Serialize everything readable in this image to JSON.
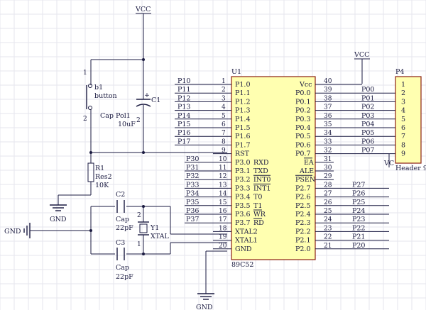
{
  "power": {
    "vcc_main": "VCC",
    "vcc_header": "VCC",
    "vcc_header_short": "VC"
  },
  "ground": {
    "gnd_reset": "GND",
    "gnd_chip": "GND",
    "gnd_left": "GND"
  },
  "u1": {
    "designator": "U1",
    "part": "89C52",
    "left_pins": [
      {
        "num": "1",
        "name": "P1.0",
        "net": "P10"
      },
      {
        "num": "2",
        "name": "P1.1",
        "net": "P11"
      },
      {
        "num": "3",
        "name": "P1.2",
        "net": "P12"
      },
      {
        "num": "4",
        "name": "P1.3",
        "net": "P13"
      },
      {
        "num": "5",
        "name": "P1.4",
        "net": "P14"
      },
      {
        "num": "6",
        "name": "P1.5",
        "net": "P15"
      },
      {
        "num": "7",
        "name": "P1.6",
        "net": "P16"
      },
      {
        "num": "8",
        "name": "P1.7",
        "net": "P17"
      },
      {
        "num": "9",
        "name": "RST",
        "net": ""
      },
      {
        "num": "10",
        "name": "P3.0 RXD",
        "net": "P30"
      },
      {
        "num": "11",
        "name": "P3.1 TXD",
        "net": "P31"
      },
      {
        "num": "12",
        "name": "P3.2 INT0",
        "net": "P32"
      },
      {
        "num": "13",
        "name": "P3.3 INT1",
        "net": "P33"
      },
      {
        "num": "14",
        "name": "P3.4 T0",
        "net": "P34"
      },
      {
        "num": "15",
        "name": "P3.5 T1",
        "net": "P35"
      },
      {
        "num": "16",
        "name": "P3.6 WR",
        "net": "P36"
      },
      {
        "num": "17",
        "name": "P3.7 RD",
        "net": "P37"
      },
      {
        "num": "18",
        "name": "XTAL2",
        "net": ""
      },
      {
        "num": "19",
        "name": "XTAL1",
        "net": ""
      },
      {
        "num": "20",
        "name": "GND",
        "net": ""
      }
    ],
    "right_pins": [
      {
        "num": "40",
        "name": "Vcc",
        "net": ""
      },
      {
        "num": "39",
        "name": "P0.0",
        "net": "P00"
      },
      {
        "num": "38",
        "name": "P0.1",
        "net": "P01"
      },
      {
        "num": "37",
        "name": "P0.2",
        "net": "P02"
      },
      {
        "num": "36",
        "name": "P0.3",
        "net": "P03"
      },
      {
        "num": "35",
        "name": "P0.4",
        "net": "P04"
      },
      {
        "num": "34",
        "name": "P0.5",
        "net": "P05"
      },
      {
        "num": "33",
        "name": "P0.6",
        "net": "P06"
      },
      {
        "num": "32",
        "name": "P0.7",
        "net": "P07"
      },
      {
        "num": "31",
        "name": "EA",
        "net": ""
      },
      {
        "num": "30",
        "name": "ALE",
        "net": ""
      },
      {
        "num": "29",
        "name": "PSEN",
        "net": ""
      },
      {
        "num": "28",
        "name": "P2.7",
        "net": "P27"
      },
      {
        "num": "27",
        "name": "P2.6",
        "net": "P26"
      },
      {
        "num": "26",
        "name": "P2.5",
        "net": "P25"
      },
      {
        "num": "25",
        "name": "P2.4",
        "net": "P24"
      },
      {
        "num": "24",
        "name": "P2.3",
        "net": "P23"
      },
      {
        "num": "23",
        "name": "P2.2",
        "net": "P22"
      },
      {
        "num": "22",
        "name": "P2.1",
        "net": "P21"
      },
      {
        "num": "21",
        "name": "P2.0",
        "net": "P20"
      }
    ]
  },
  "p4": {
    "designator": "P4",
    "part": "Header 9",
    "pins": [
      "1",
      "2",
      "3",
      "4",
      "5",
      "6",
      "7",
      "8",
      "9"
    ]
  },
  "s1": {
    "designator": "b1",
    "part": "button",
    "pin1": "1",
    "pin2": "2"
  },
  "c1": {
    "designator": "C1",
    "part": "Cap Pol1",
    "value": "10uF",
    "plus": "+",
    "pin2": "2"
  },
  "r1": {
    "designator": "R1",
    "part": "Res2",
    "value": "10K"
  },
  "c2": {
    "designator": "C2",
    "part": "Cap",
    "value": "22pF"
  },
  "c3": {
    "designator": "C3",
    "part": "Cap",
    "value": "22pF"
  },
  "y1": {
    "designator": "Y1",
    "part": "XTAL",
    "pin1": "1",
    "pin2": "2"
  }
}
